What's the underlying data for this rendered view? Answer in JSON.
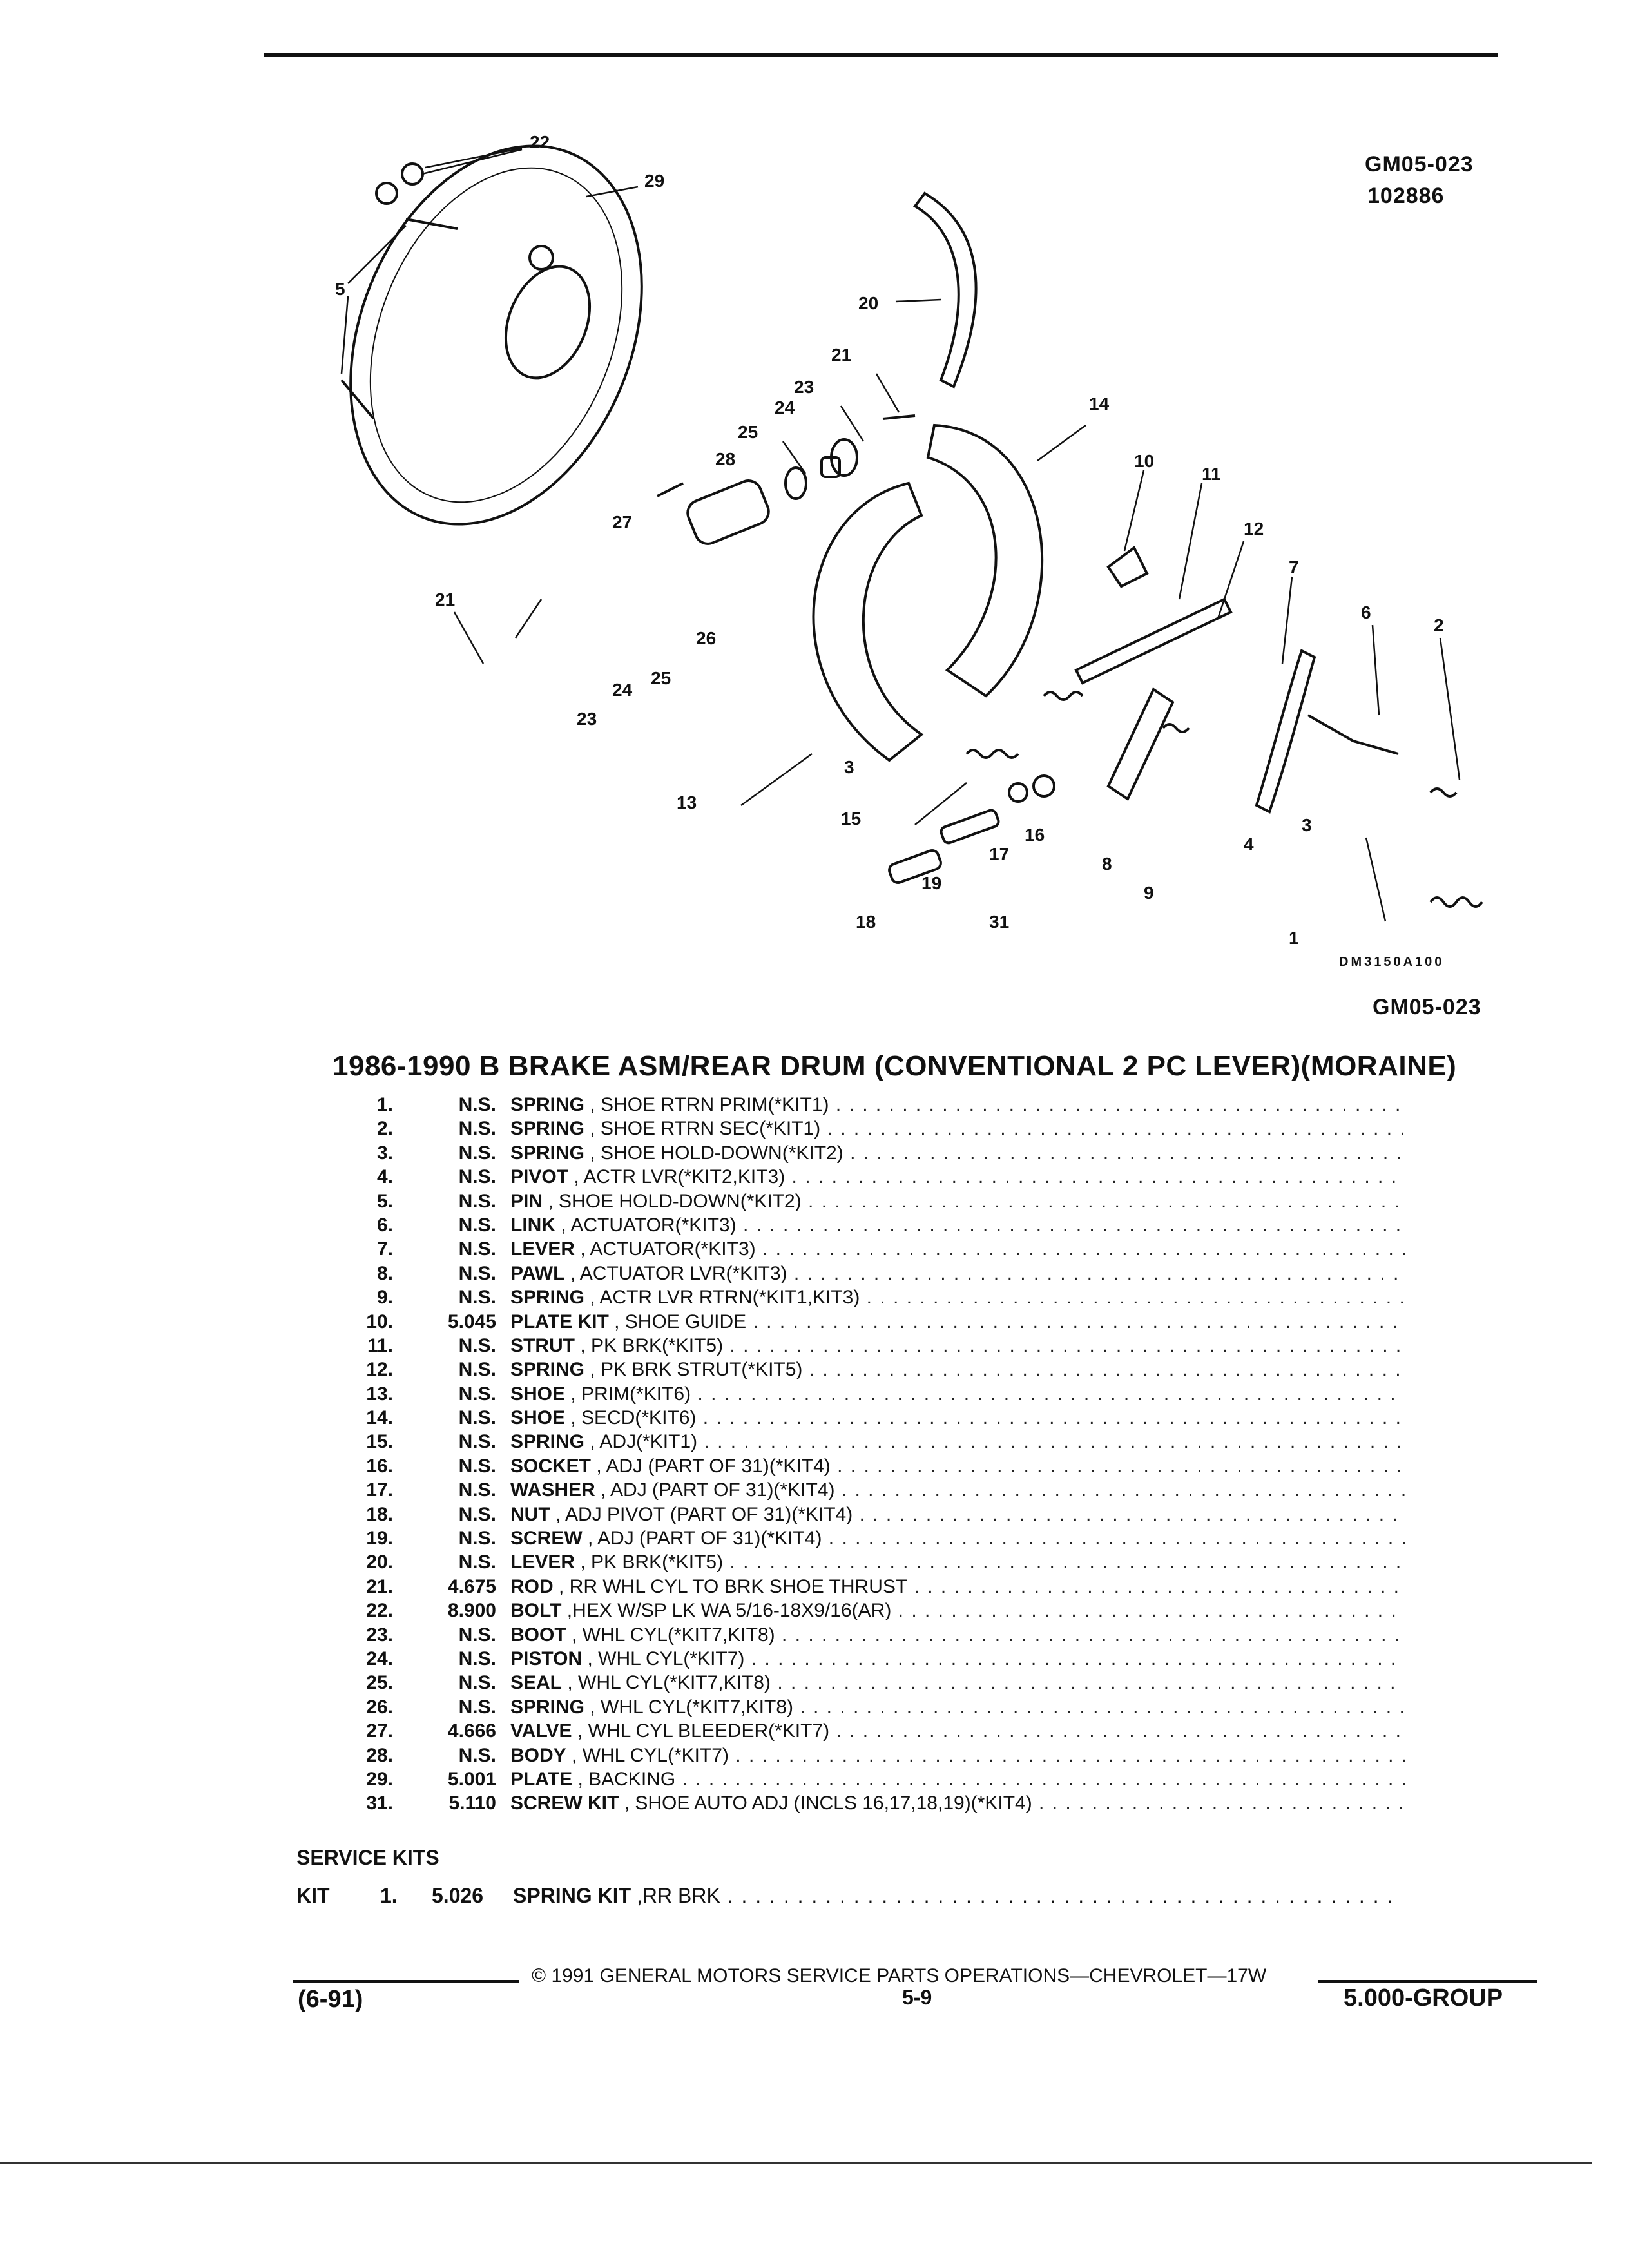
{
  "header": {
    "ref_top_1": "GM05-023",
    "ref_top_2": "102886",
    "drawing_id": "DM3150A100",
    "ref_bottom": "GM05-023"
  },
  "title": "1986-1990 B BRAKE ASM/REAR DRUM (CONVENTIONAL 2 PC LEVER)(MORAINE)",
  "diagram": {
    "callouts": [
      "22",
      "29",
      "5",
      "20",
      "21",
      "23",
      "24",
      "25",
      "28",
      "27",
      "14",
      "10",
      "11",
      "12",
      "7",
      "6",
      "2",
      "21",
      "26",
      "25",
      "24",
      "23",
      "13",
      "3",
      "15",
      "16",
      "17",
      "19",
      "18",
      "31",
      "8",
      "9",
      "4",
      "3",
      "1"
    ]
  },
  "parts": [
    {
      "num": "1.",
      "price": "N.S.",
      "name": "SPRING",
      "detail": ", SHOE RTRN PRIM(*KIT1)"
    },
    {
      "num": "2.",
      "price": "N.S.",
      "name": "SPRING",
      "detail": ", SHOE RTRN SEC(*KIT1)"
    },
    {
      "num": "3.",
      "price": "N.S.",
      "name": "SPRING",
      "detail": ", SHOE HOLD-DOWN(*KIT2)"
    },
    {
      "num": "4.",
      "price": "N.S.",
      "name": "PIVOT",
      "detail": ", ACTR LVR(*KIT2,KIT3)"
    },
    {
      "num": "5.",
      "price": "N.S.",
      "name": "PIN",
      "detail": ", SHOE HOLD-DOWN(*KIT2)"
    },
    {
      "num": "6.",
      "price": "N.S.",
      "name": "LINK",
      "detail": ", ACTUATOR(*KIT3)"
    },
    {
      "num": "7.",
      "price": "N.S.",
      "name": "LEVER",
      "detail": ", ACTUATOR(*KIT3)"
    },
    {
      "num": "8.",
      "price": "N.S.",
      "name": "PAWL",
      "detail": ", ACTUATOR LVR(*KIT3)"
    },
    {
      "num": "9.",
      "price": "N.S.",
      "name": "SPRING",
      "detail": ", ACTR LVR RTRN(*KIT1,KIT3)"
    },
    {
      "num": "10.",
      "price": "5.045",
      "name": "PLATE KIT",
      "detail": ", SHOE GUIDE"
    },
    {
      "num": "11.",
      "price": "N.S.",
      "name": "STRUT",
      "detail": ", PK BRK(*KIT5)"
    },
    {
      "num": "12.",
      "price": "N.S.",
      "name": "SPRING",
      "detail": ", PK BRK STRUT(*KIT5)"
    },
    {
      "num": "13.",
      "price": "N.S.",
      "name": "SHOE",
      "detail": ", PRIM(*KIT6)"
    },
    {
      "num": "14.",
      "price": "N.S.",
      "name": "SHOE",
      "detail": ", SECD(*KIT6)"
    },
    {
      "num": "15.",
      "price": "N.S.",
      "name": "SPRING",
      "detail": ", ADJ(*KIT1)"
    },
    {
      "num": "16.",
      "price": "N.S.",
      "name": "SOCKET",
      "detail": ", ADJ (PART OF 31)(*KIT4)"
    },
    {
      "num": "17.",
      "price": "N.S.",
      "name": "WASHER",
      "detail": ", ADJ (PART OF 31)(*KIT4)"
    },
    {
      "num": "18.",
      "price": "N.S.",
      "name": "NUT",
      "detail": ", ADJ PIVOT (PART OF 31)(*KIT4)"
    },
    {
      "num": "19.",
      "price": "N.S.",
      "name": "SCREW",
      "detail": ", ADJ (PART OF 31)(*KIT4)"
    },
    {
      "num": "20.",
      "price": "N.S.",
      "name": "LEVER",
      "detail": ", PK BRK(*KIT5)"
    },
    {
      "num": "21.",
      "price": "4.675",
      "name": "ROD",
      "detail": ", RR WHL CYL TO BRK SHOE THRUST"
    },
    {
      "num": "22.",
      "price": "8.900",
      "name": "BOLT",
      "detail": ",HEX W/SP LK WA 5/16-18X9/16(AR)"
    },
    {
      "num": "23.",
      "price": "N.S.",
      "name": "BOOT",
      "detail": ", WHL CYL(*KIT7,KIT8)"
    },
    {
      "num": "24.",
      "price": "N.S.",
      "name": "PISTON",
      "detail": ", WHL CYL(*KIT7)"
    },
    {
      "num": "25.",
      "price": "N.S.",
      "name": "SEAL",
      "detail": ", WHL CYL(*KIT7,KIT8)"
    },
    {
      "num": "26.",
      "price": "N.S.",
      "name": "SPRING",
      "detail": ", WHL CYL(*KIT7,KIT8)"
    },
    {
      "num": "27.",
      "price": "4.666",
      "name": "VALVE",
      "detail": ", WHL CYL BLEEDER(*KIT7)"
    },
    {
      "num": "28.",
      "price": "N.S.",
      "name": "BODY",
      "detail": ", WHL CYL(*KIT7)"
    },
    {
      "num": "29.",
      "price": "5.001",
      "name": "PLATE",
      "detail": ", BACKING"
    },
    {
      "num": "31.",
      "price": "5.110",
      "name": "SCREW KIT",
      "detail": ", SHOE AUTO ADJ (INCLS 16,17,18,19)(*KIT4)"
    }
  ],
  "service_kits": {
    "heading": "SERVICE KITS",
    "kit": {
      "label": "KIT",
      "num": "1.",
      "price": "5.026",
      "name": "SPRING KIT",
      "detail": ",RR BRK"
    }
  },
  "footer": {
    "copyright": "© 1991 GENERAL MOTORS SERVICE PARTS OPERATIONS—CHEVROLET—17W",
    "date": "(6-91)",
    "page": "5-9",
    "group": "5.000-GROUP"
  }
}
